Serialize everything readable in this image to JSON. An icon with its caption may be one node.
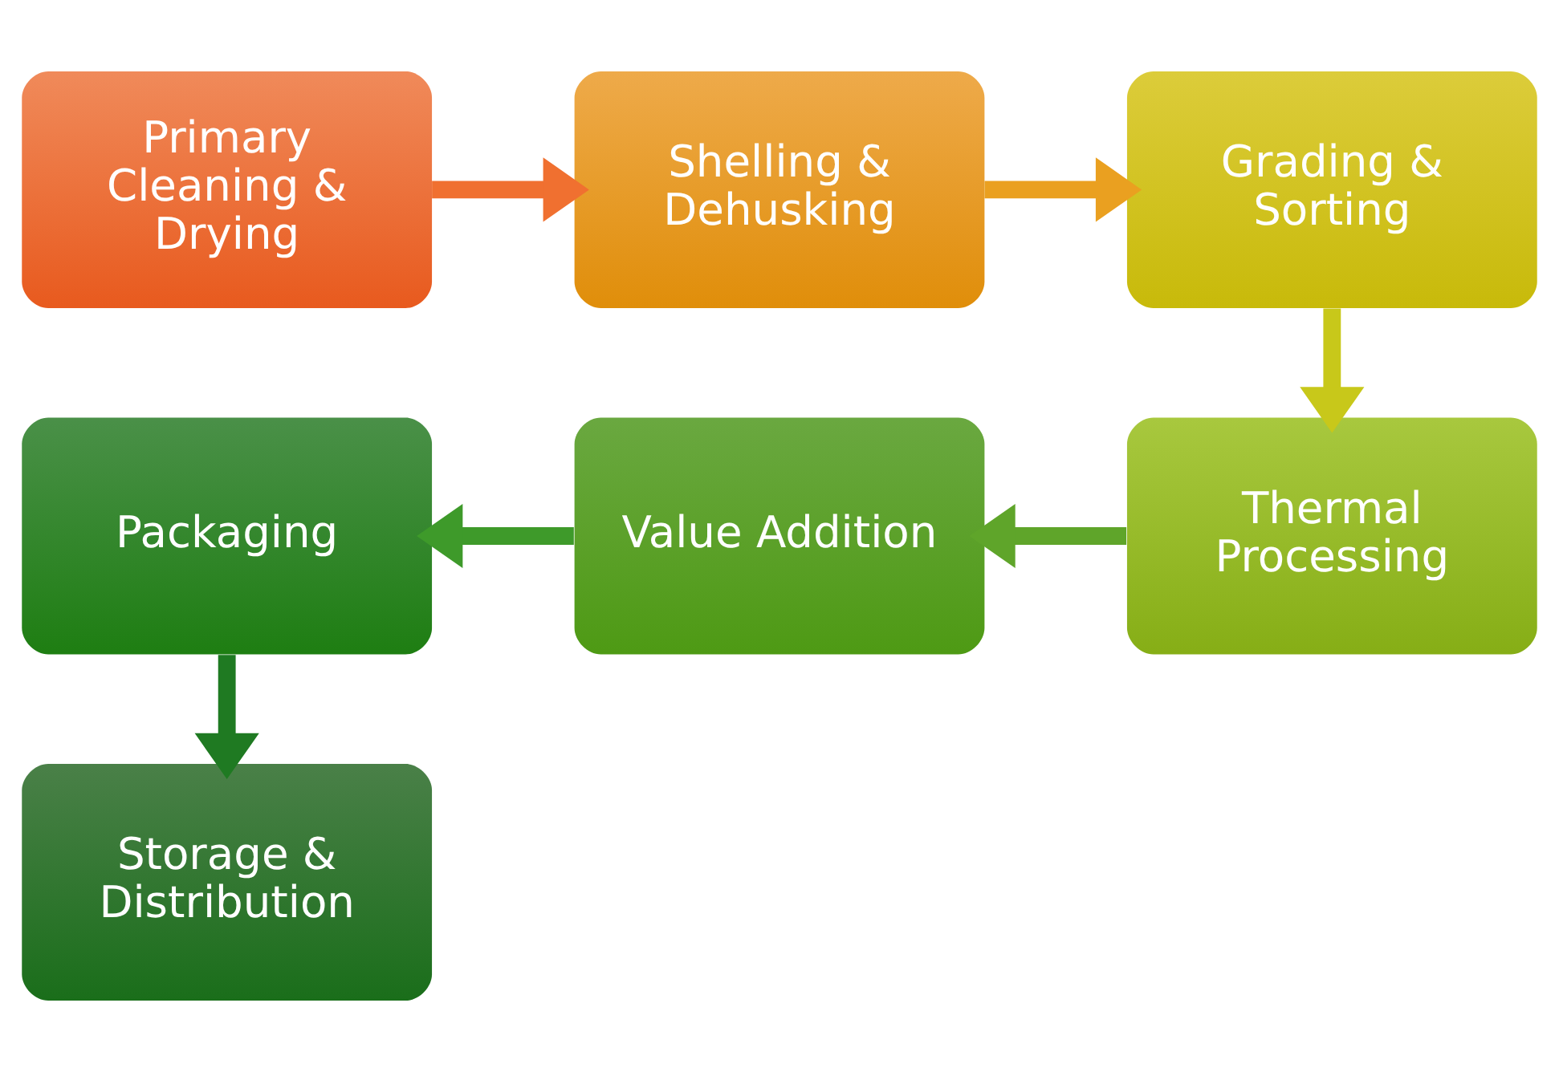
{
  "diagram": {
    "nodes": [
      {
        "text": [
          "Primary Cleaning & Drying"
        ]
      },
      {
        "text": [
          "Shelling & Dehusking"
        ]
      },
      {
        "text": [
          "Grading & Sorting"
        ]
      },
      {
        "text": [
          "Thermal Processing"
        ]
      },
      {
        "text": [
          "Value Addition"
        ]
      },
      {
        "text": [
          "Packaging"
        ]
      },
      {
        "text": [
          "Storage & Distribution"
        ]
      }
    ],
    "edges": [
      {
        "from": 0,
        "to": 1,
        "arrow": "to",
        "color": "#f07030"
      },
      {
        "from": 1,
        "to": 2,
        "arrow": "to",
        "color": "#eaa020"
      },
      {
        "from": 2,
        "to": 3,
        "arrow": "to",
        "color": "#c8c81a"
      },
      {
        "from": 3,
        "to": 4,
        "arrow": "to",
        "color": "#5fa52a"
      },
      {
        "from": 4,
        "to": 5,
        "arrow": "to",
        "color": "#3e9a2a"
      },
      {
        "from": 5,
        "to": 6,
        "arrow": "to",
        "color": "#1f7a22"
      }
    ]
  }
}
